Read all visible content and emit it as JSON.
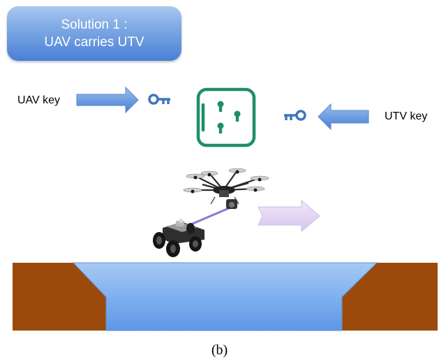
{
  "title": {
    "line1": "Solution 1 :",
    "line2": "UAV carries UTV"
  },
  "labels": {
    "uav_key": "UAV key",
    "utv_key": "UTV key"
  },
  "caption": "(b)",
  "colors": {
    "title_box": "#6f9ee0",
    "key_arrow": "#5b8edc",
    "key_icon": "#3d75bd",
    "safe": "#1e8e6a",
    "motion_arrow": "#e2d5f2",
    "water": "#7fb1ef",
    "ground": "#9c4a0b"
  },
  "icons": [
    "key-icon",
    "safe-icon",
    "drone-image",
    "rover-image",
    "arrow-right"
  ]
}
